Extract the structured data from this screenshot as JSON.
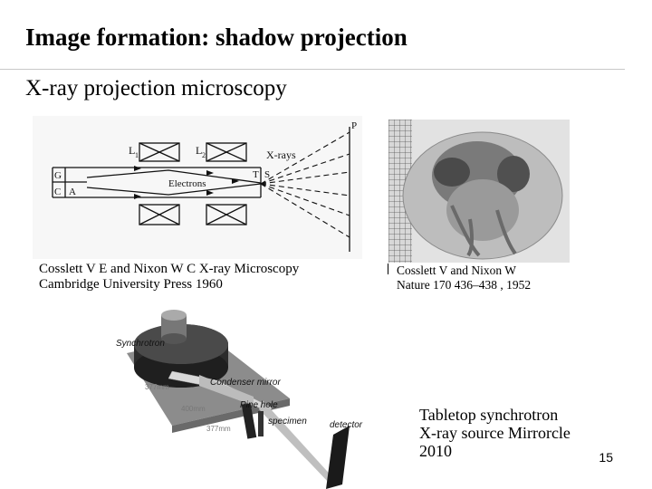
{
  "slide": {
    "title": "Image formation: shadow projection",
    "subtitle": "X-ray projection microscopy",
    "page_number": "15"
  },
  "figures": {
    "diagram": {
      "labels": {
        "l1": "L",
        "l1_sub": "1",
        "l2": "L",
        "l2_sub": "2",
        "xrays": "X-rays",
        "electrons": "Electrons",
        "g": "G",
        "c": "C",
        "a": "A",
        "t": "T",
        "s": "S",
        "p": "P"
      },
      "caption_lines": [
        "Cosslett V E and Nixon W C X-ray Microscopy",
        "Cambridge University Press 1960"
      ]
    },
    "micrograph": {
      "caption_lines": [
        "Cosslett V and Nixon W",
        "Nature 170 436–438 , 1952"
      ]
    },
    "synchrotron": {
      "labels": {
        "synchrotron": "Synchrotron",
        "condenser": "Condenser mirror",
        "pinhole": "Pine hole",
        "specimen": "specimen",
        "detector": "detector",
        "d1": "377mm",
        "d2": "400mm",
        "d3": "377mm"
      },
      "caption_lines": [
        "Tabletop synchrotron",
        "X-ray source Mirrorcle",
        "2010"
      ]
    }
  }
}
